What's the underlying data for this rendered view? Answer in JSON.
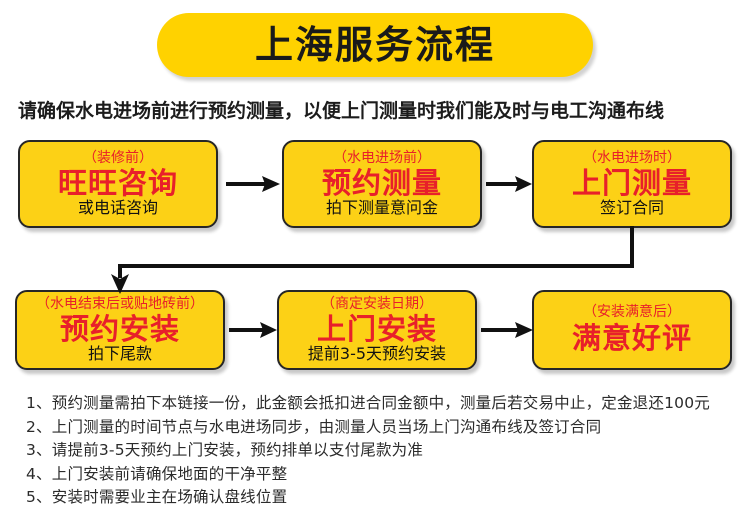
{
  "header": {
    "title": "上海服务流程",
    "banner_color": "#FFD200",
    "title_color": "#1a1a1a"
  },
  "subtitle": {
    "text": "请确保水电进场前进行预约测量，以便上门测量时我们能及时与电工沟通布线"
  },
  "palette": {
    "box_fill": "#FCD116",
    "box_border": "#262626",
    "accent_red": "#E8202A",
    "body_text": "#121212"
  },
  "flow": {
    "steps": [
      {
        "id": "1",
        "note": "（装修前）",
        "title": "旺旺咨询",
        "sub": "或电话咨询"
      },
      {
        "id": "2",
        "note": "（水电进场前）",
        "title": "预约测量",
        "sub": "拍下测量意问金"
      },
      {
        "id": "3",
        "note": "（水电进场时）",
        "title": "上门测量",
        "sub": "签订合同"
      },
      {
        "id": "4",
        "note": "（水电结束后或贴地砖前）",
        "title": "预约安装",
        "sub": "拍下尾款"
      },
      {
        "id": "5",
        "note": "（商定安装日期）",
        "title": "上门安装",
        "sub": "提前3-5天预约安装"
      },
      {
        "id": "6",
        "note": "（安装满意后）",
        "title": "满意好评",
        "sub": ""
      }
    ],
    "connectors": [
      {
        "name": "arrow-step1-to-step2",
        "type": "arrow-right"
      },
      {
        "name": "arrow-step2-to-step3",
        "type": "arrow-right"
      },
      {
        "name": "elbow-step3-to-step4",
        "type": "elbow-down-left"
      },
      {
        "name": "arrow-step4-to-step5",
        "type": "arrow-right"
      },
      {
        "name": "arrow-step5-to-step6",
        "type": "arrow-right"
      }
    ]
  },
  "notes": {
    "lines": [
      "1、预约测量需拍下本链接一份，此金额会抵扣进合同金额中，测量后若交易中止，定金退还100元",
      "2、上门测量的时间节点与水电进场同步，由测量人员当场上门沟通布线及签订合同",
      "3、请提前3-5天预约上门安装，预约排单以支付尾款为准",
      "4、上门安装前请确保地面的干净平整",
      "5、安装时需要业主在场确认盘线位置"
    ]
  }
}
